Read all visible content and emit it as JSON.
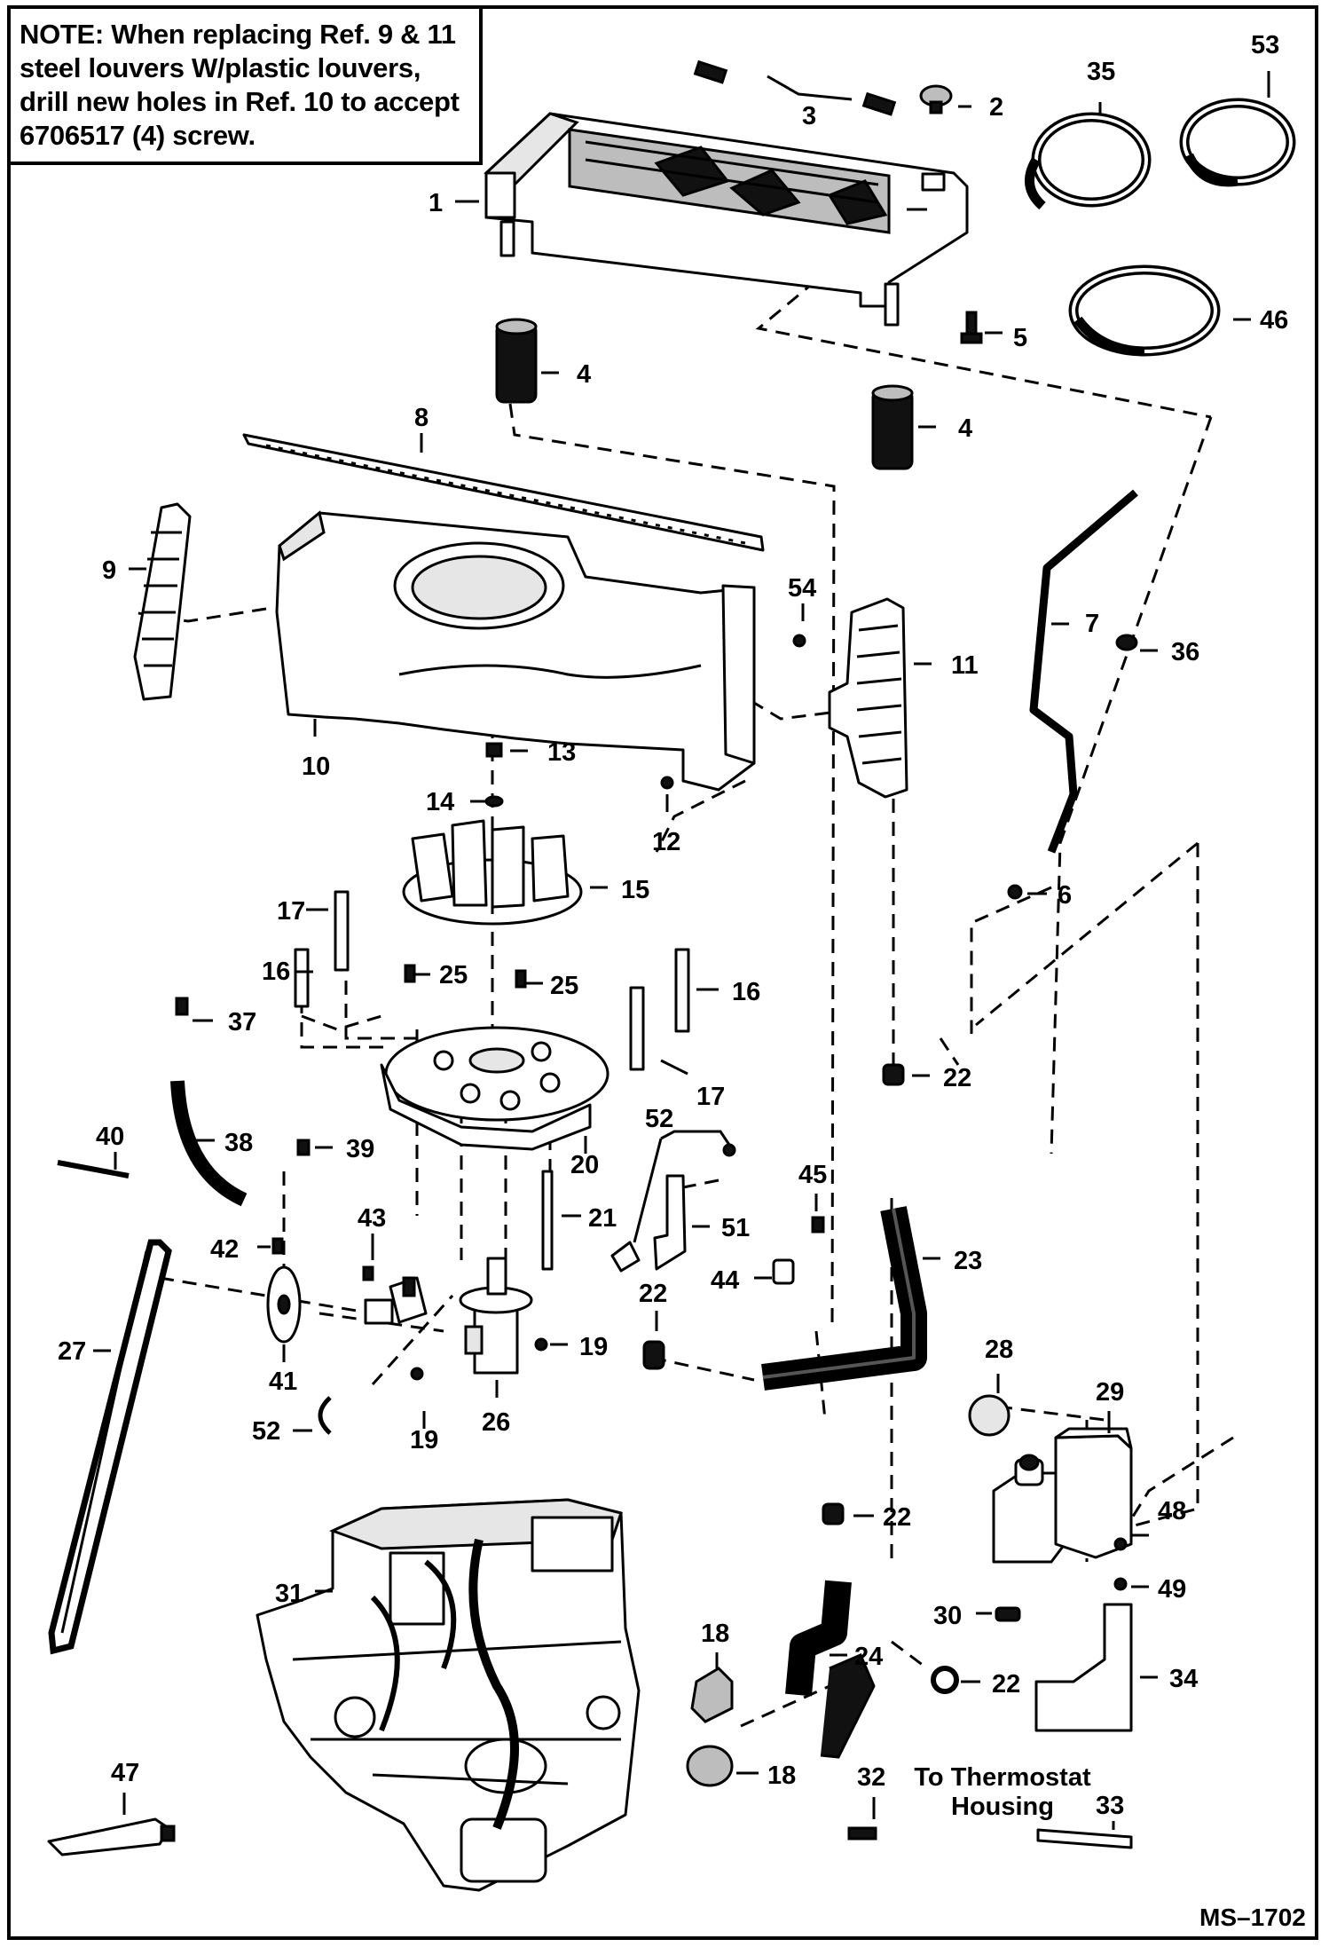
{
  "note": {
    "label": "NOTE:",
    "text": "When replacing Ref. 9 & 11 steel louvers W/plastic louvers, drill new holes in Ref. 10 to accept 6706517 (4) screw."
  },
  "callouts": [
    "1",
    "2",
    "3",
    "4",
    "4",
    "5",
    "6",
    "7",
    "8",
    "9",
    "10",
    "11",
    "12",
    "13",
    "14",
    "15",
    "16",
    "16",
    "17",
    "17",
    "18",
    "18",
    "19",
    "19",
    "20",
    "21",
    "22",
    "22",
    "22",
    "22",
    "23",
    "24",
    "25",
    "25",
    "26",
    "27",
    "28",
    "29",
    "30",
    "31",
    "32",
    "33",
    "34",
    "35",
    "36",
    "37",
    "38",
    "39",
    "40",
    "41",
    "42",
    "43",
    "44",
    "45",
    "46",
    "47",
    "48",
    "49",
    "51",
    "52",
    "52",
    "53",
    "54"
  ],
  "caption": {
    "line1": "To Thermostat",
    "line2": "Housing"
  },
  "drawing_number": "MS–1702",
  "colors": {
    "ink": "#000000",
    "paper": "#ffffff"
  }
}
